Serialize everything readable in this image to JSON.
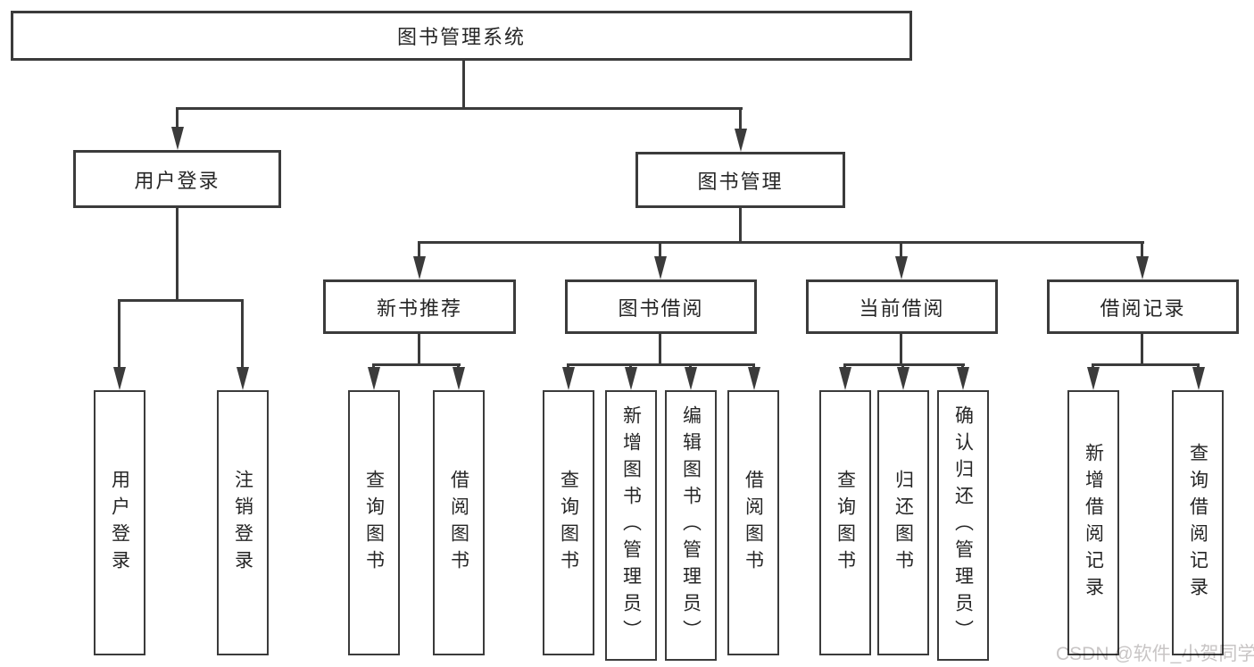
{
  "diagram": {
    "type": "hierarchy-flowchart",
    "title": "图书管理系统",
    "watermark": "CSDN @软件_小贺同学",
    "colors": {
      "background": "#ffffff",
      "line": "#3b3b3b",
      "box_fill": "#ffffff",
      "text": "#262626",
      "watermark": "#c8c5c5"
    }
  },
  "nodes": {
    "root": "图书管理系统",
    "user_login": "用户登录",
    "book_mgmt": "图书管理",
    "new_book_rec": "新书推荐",
    "book_borrow": "图书借阅",
    "current_borrow": "当前借阅",
    "borrow_record": "借阅记录",
    "leaf_user_login": "用户登录",
    "leaf_logout": "注销登录",
    "leaf_query_books_1": "查询图书",
    "leaf_borrow_books_1": "借阅图书",
    "leaf_query_books_2": "查询图书",
    "leaf_add_book_admin": "新增图书（管理员）",
    "leaf_edit_book_admin": "编辑图书（管理员）",
    "leaf_borrow_books_2": "借阅图书",
    "leaf_query_books_3": "查询图书",
    "leaf_return_book": "归还图书",
    "leaf_confirm_return_admin": "确认归还（管理员）",
    "leaf_add_borrow_record": "新增借阅记录",
    "leaf_query_borrow_record": "查询借阅记录"
  },
  "tree": {
    "label": "图书管理系统",
    "children": [
      {
        "label": "用户登录",
        "children": [
          {
            "label": "用户登录"
          },
          {
            "label": "注销登录"
          }
        ]
      },
      {
        "label": "图书管理",
        "children": [
          {
            "label": "新书推荐",
            "children": [
              {
                "label": "查询图书"
              },
              {
                "label": "借阅图书"
              }
            ]
          },
          {
            "label": "图书借阅",
            "children": [
              {
                "label": "查询图书"
              },
              {
                "label": "新增图书（管理员）"
              },
              {
                "label": "编辑图书（管理员）"
              },
              {
                "label": "借阅图书"
              }
            ]
          },
          {
            "label": "当前借阅",
            "children": [
              {
                "label": "查询图书"
              },
              {
                "label": "归还图书"
              },
              {
                "label": "确认归还（管理员）"
              }
            ]
          },
          {
            "label": "借阅记录",
            "children": [
              {
                "label": "新增借阅记录"
              },
              {
                "label": "查询借阅记录"
              }
            ]
          }
        ]
      }
    ]
  }
}
